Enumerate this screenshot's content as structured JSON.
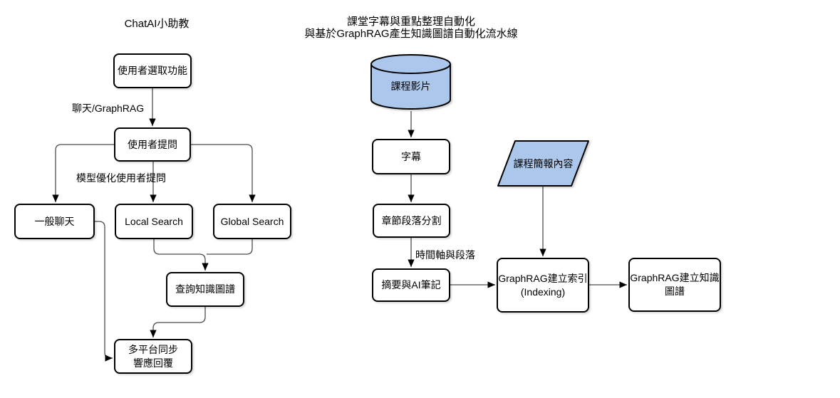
{
  "left": {
    "title": "ChatAI小助教",
    "nodes": {
      "select_function": "使用者選取功能",
      "user_question": "使用者提問",
      "general_chat": "一般聊天",
      "local_search": "Local Search",
      "global_search": "Global Search",
      "query_kg": "查詢知識圖譜",
      "multi_sync_line1": "多平台同步",
      "multi_sync_line2": "響應回覆"
    },
    "edge_labels": {
      "chat_graphrag": "聊天/GraphRAG",
      "model_optimize": "模型優化使用者提問"
    }
  },
  "right": {
    "title_line1": "課堂字幕與重點整理自動化",
    "title_line2": "與基於GraphRAG產生知識圖譜自動化流水線",
    "nodes": {
      "course_video": "課程影片",
      "subtitles": "字幕",
      "chapter_split": "章節段落分割",
      "summary_ai_notes": "摘要與AI筆記",
      "course_slides": "課程簡報內容",
      "graphrag_index_line1": "GraphRAG建立索引",
      "graphrag_index_line2": "(Indexing)",
      "graphrag_kg_line1": "GraphRAG建立知識",
      "graphrag_kg_line2": "圖譜"
    },
    "edge_labels": {
      "timeline_paragraph": "時間軸與段落"
    }
  },
  "colors": {
    "background": "#ffffff",
    "node_fill": "#ffffff",
    "node_stroke": "#000000",
    "accent_blue_fill": "#abc8ec",
    "connector": "#4d4d4d",
    "arrowhead": "#000000",
    "text": "#000000"
  }
}
